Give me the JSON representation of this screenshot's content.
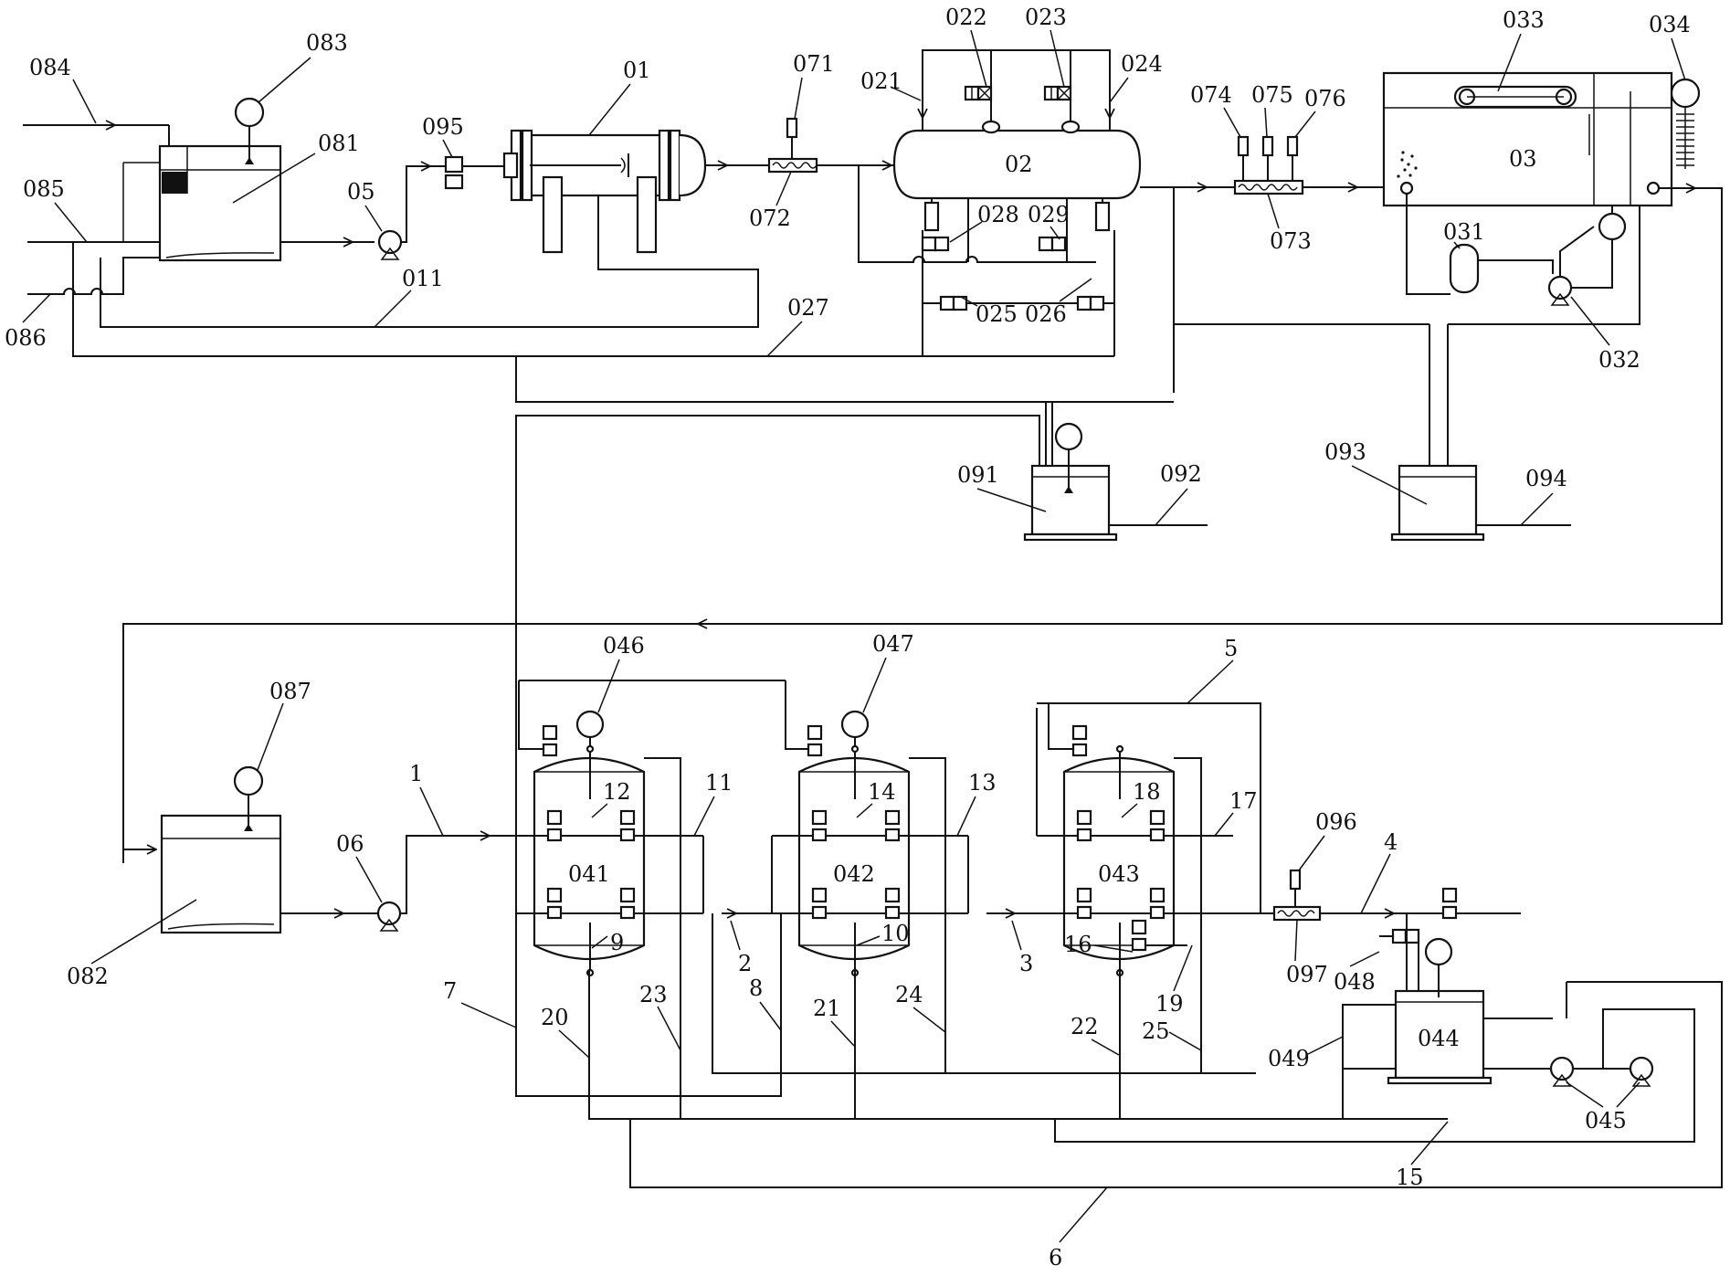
{
  "labels": {
    "l084": "084",
    "l083": "083",
    "l081": "081",
    "l085": "085",
    "l086": "086",
    "l011": "011",
    "l05": "05",
    "l095": "095",
    "l01": "01",
    "l071": "071",
    "l072": "072",
    "l021": "021",
    "l022": "022",
    "l023": "023",
    "l024": "024",
    "l02": "02",
    "l028": "028",
    "l029": "029",
    "l025": "025",
    "l026": "026",
    "l027": "027",
    "l074": "074",
    "l075": "075",
    "l076": "076",
    "l073": "073",
    "l033": "033",
    "l034": "034",
    "l03": "03",
    "l031": "031",
    "l032": "032",
    "l091": "091",
    "l092": "092",
    "l093": "093",
    "l094": "094",
    "l046": "046",
    "l047": "047",
    "l5": "5",
    "l087": "087",
    "l1": "1",
    "l06": "06",
    "l082": "082",
    "l12": "12",
    "l11": "11",
    "l041": "041",
    "l9": "9",
    "l14": "14",
    "l13": "13",
    "l042": "042",
    "l10": "10",
    "l18": "18",
    "l17": "17",
    "l043": "043",
    "l16": "16",
    "l19": "19",
    "l096": "096",
    "l4": "4",
    "l097": "097",
    "l048": "048",
    "l044": "044",
    "l049": "049",
    "l045": "045",
    "l2": "2",
    "l3": "3",
    "l7": "7",
    "l20": "20",
    "l23": "23",
    "l8": "8",
    "l21": "21",
    "l24": "24",
    "l22": "22",
    "l25": "25",
    "l15": "15",
    "l6": "6"
  }
}
